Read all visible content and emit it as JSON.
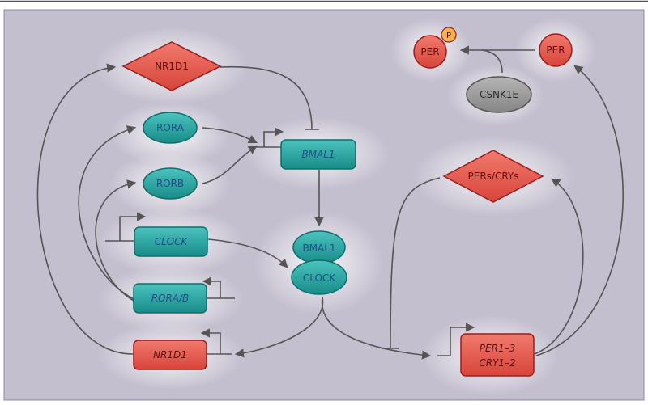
{
  "colors": {
    "background": "#c4bfcf",
    "teal": "#1e9e9b",
    "teal_stroke": "#0f6e6c",
    "red": "#e8584b",
    "red_stroke": "#9b1e1e",
    "gray": "#9a9a9a",
    "arrow": "#555555"
  },
  "nodes": {
    "nr1d1_protein": "NR1D1",
    "rora": "RORA",
    "rorb": "RORB",
    "bmal1_gene": "BMAL1",
    "clock_gene": "CLOCK",
    "rora_b_gene": "RORA/B",
    "nr1d1_gene": "NR1D1",
    "bmal1_protein": "BMAL1",
    "clock_protein": "CLOCK",
    "pers_crys": "PERs/CRYs",
    "per1_3": "PER1–3",
    "cry1_2": "CRY1–2",
    "per_p": "PER",
    "phospho": "P",
    "per": "PER",
    "csnk1e": "CSNK1E"
  }
}
